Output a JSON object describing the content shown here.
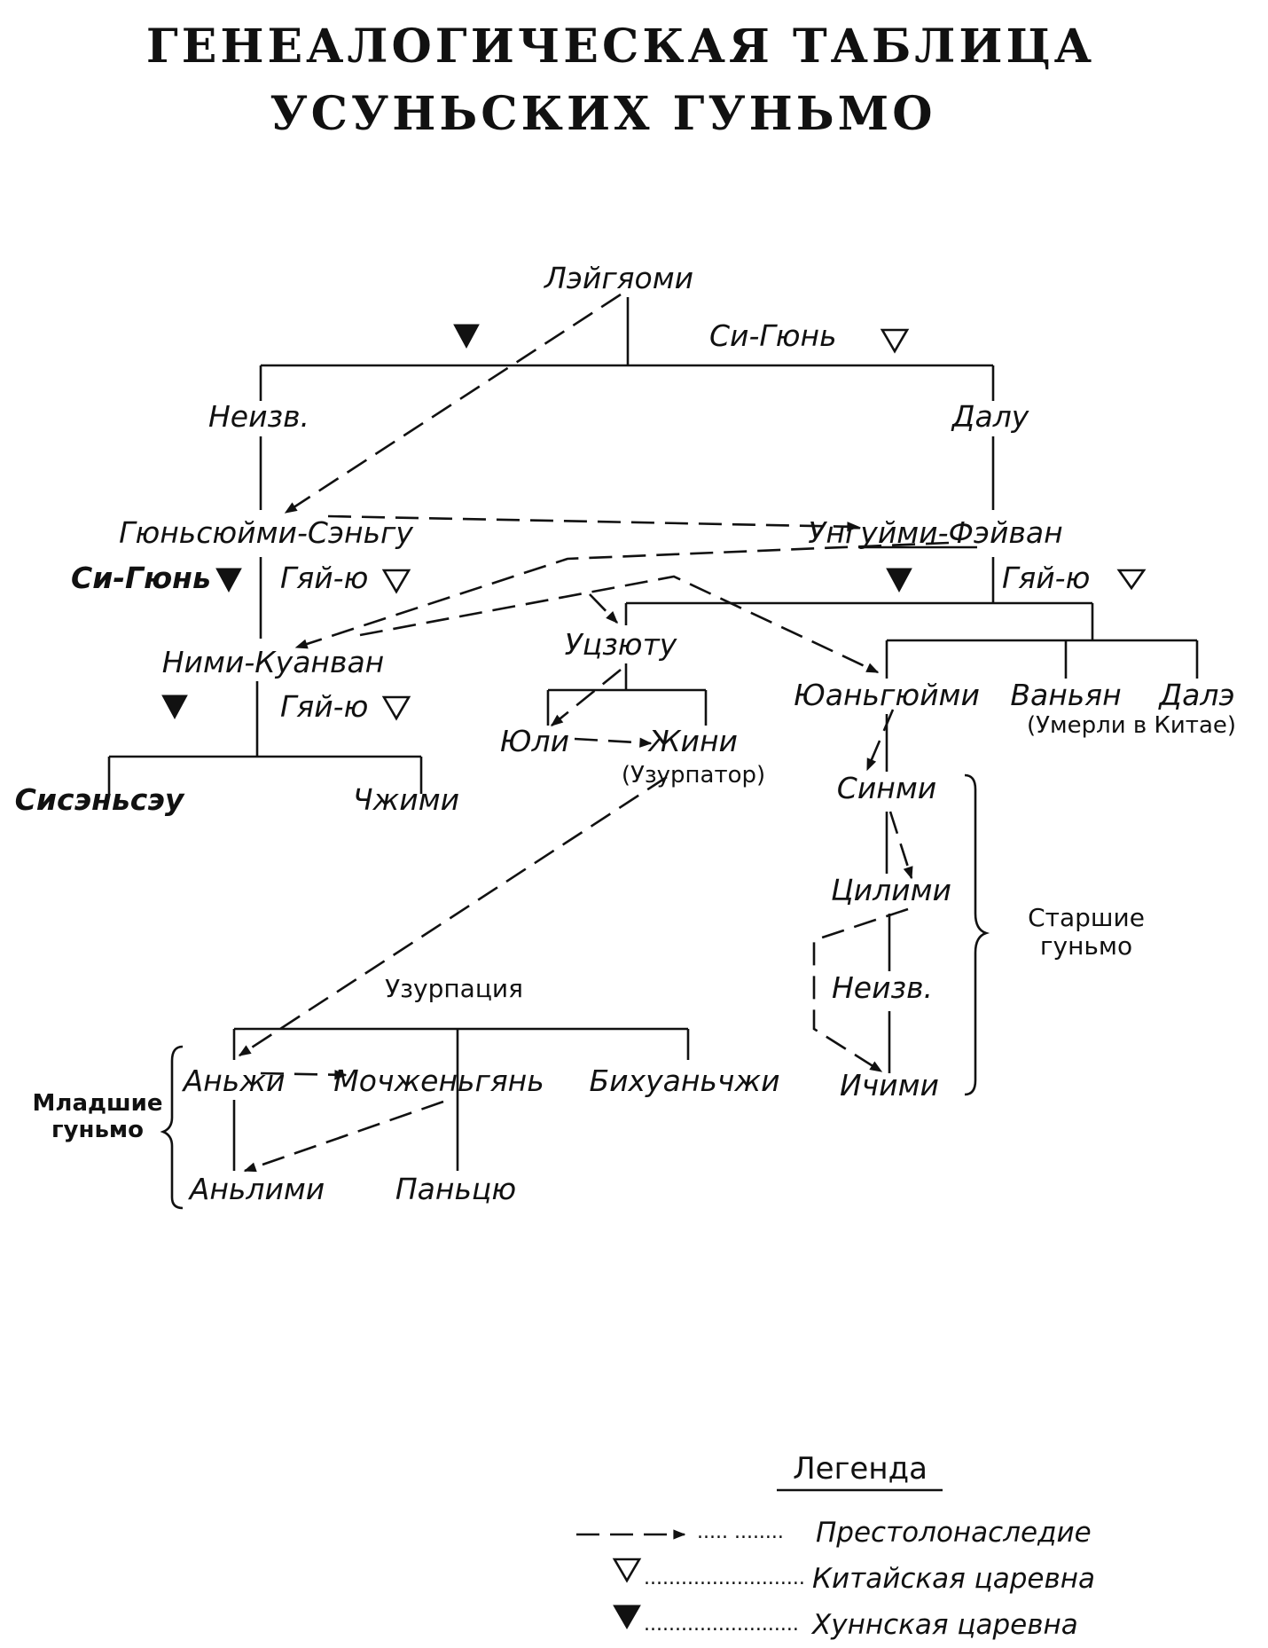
{
  "title": {
    "line1": "ГЕНЕАЛОГИЧЕСКАЯ ТАБЛИЦА",
    "line2": "УСУНЬСКИХ ГУНЬМО"
  },
  "persons": {
    "leigyaomi": "Лэйгяоми",
    "si_gyun_top": "Си-Гюнь",
    "neizv_left": "Неизв.",
    "dalu": "Далу",
    "gyunsyuimi": "Гюньсюйми-Сэньгу",
    "si_gyun_2": "Си-Гюнь",
    "gyai_yu_1": "Гяй-ю",
    "ungyimi": "Унгуйми-Фэйван",
    "gyai_yu_2": "Гяй-ю",
    "nimi": "Ними-Куанван",
    "gyai_yu_3": "Гяй-ю",
    "uczyuty": "Уцзюту",
    "yuanguimi": "Юаньгюйми",
    "vanyan": "Ваньян",
    "dale": "Далэ",
    "died_note": "(Умерли в Китае)",
    "yuli": "Юли",
    "zhini": "Жини",
    "usurper_note": "(Узурпатор)",
    "sisenseu": "Сисэньсэу",
    "chzhimi": "Чжими",
    "sinmi": "Синми",
    "cilimi": "Цилими",
    "neizv_right": "Неизв.",
    "ichimi": "Ичими",
    "usurpation": "Узурпация",
    "anzhi": "Аньжи",
    "mochzhen": "Мочженьгянь",
    "bihuan": "Бихуаньчжи",
    "anlimi": "Аньлими",
    "pancyu": "Паньцю"
  },
  "groups": {
    "senior": "Старшие гуньмо",
    "junior": "Младшие гуньмо"
  },
  "legend": {
    "title": "Легенда",
    "succession_dots": ".....  ........",
    "succession": "Престолонаследие",
    "chinese_dots": "..........................",
    "chinese": "Китайская царевна",
    "hunnic_dots": ".........................",
    "hunnic": "Хуннская царевна"
  },
  "markers": {
    "hunnic_princess": "filled-down-triangle",
    "chinese_princess": "outline-down-triangle",
    "succession": "dashed-arrow"
  }
}
